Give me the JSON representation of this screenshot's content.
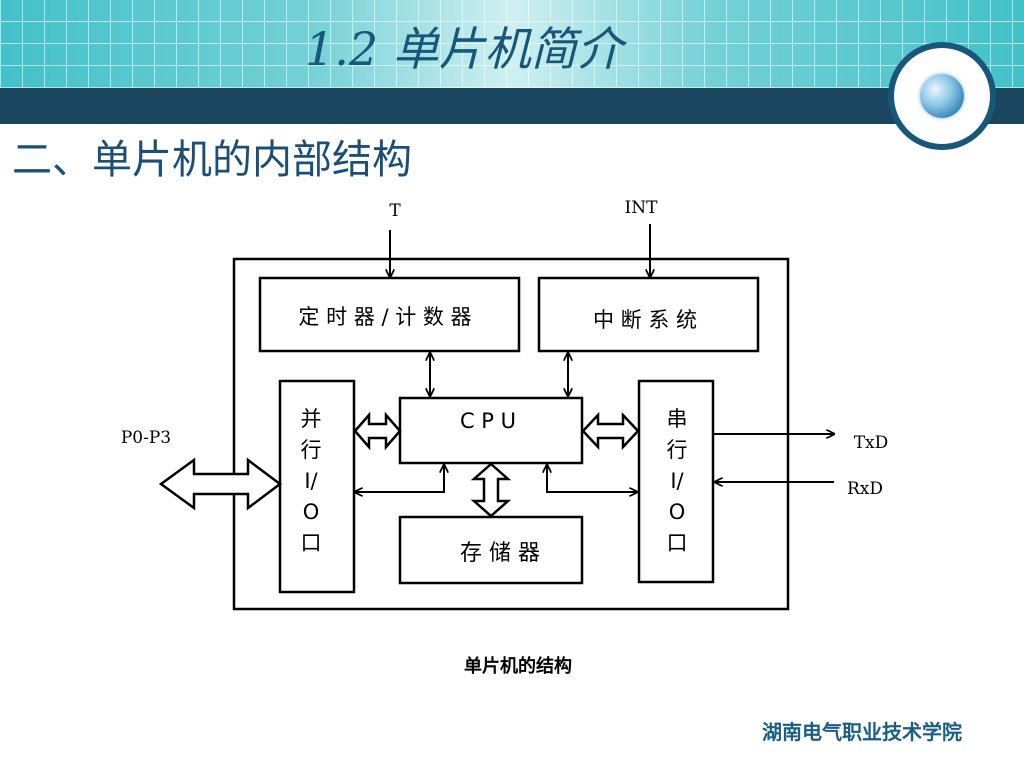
{
  "header": {
    "slide_title": "1.2   单片机简介",
    "section_heading": "二、单片机的内部结构"
  },
  "diagram": {
    "signals": {
      "t": "T",
      "int": "INT",
      "p0p3": "P0-P3",
      "txd": "TxD",
      "rxd": "RxD"
    },
    "blocks": {
      "timer": "定 时 器 / 计 数 器",
      "interrupt": "中 断 系  统",
      "cpu": "C P U",
      "memory": "存 储  器",
      "parallel_io": [
        "并",
        "行",
        "I/",
        "O",
        "口"
      ],
      "serial_io": [
        "串",
        "行",
        "I/",
        "O",
        "口"
      ]
    },
    "caption": "单片机的结构"
  },
  "footer": {
    "institution": "湖南电气职业技术学院"
  },
  "colors": {
    "banner": "#43c1c8",
    "dark_band": "#1a475f",
    "title": "#16577a",
    "heading": "#1b4f75",
    "footer": "#1a5e85"
  }
}
